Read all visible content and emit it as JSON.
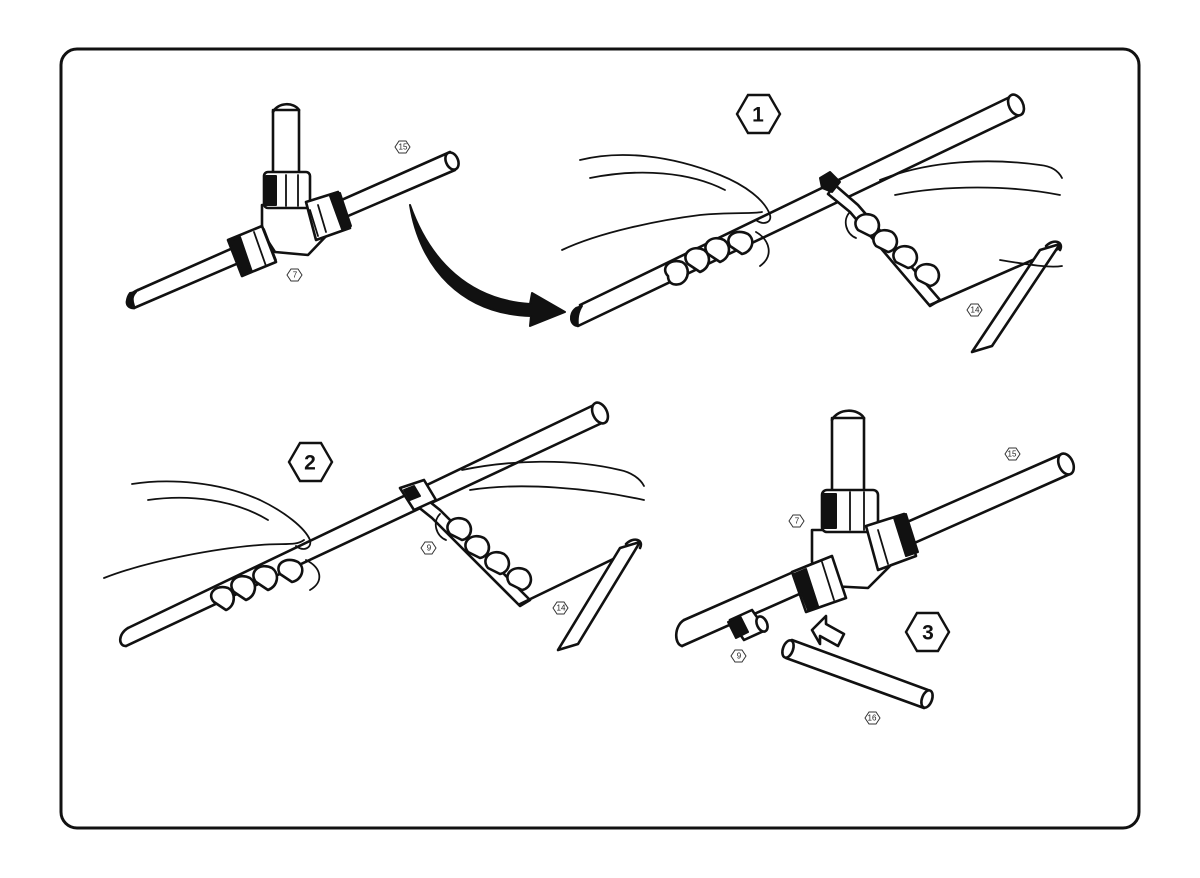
{
  "steps": {
    "step1": "1",
    "step2": "2",
    "step3": "3"
  },
  "parts": {
    "p7_a": "7",
    "p15_a": "15",
    "p14_a": "14",
    "p9_b": "9",
    "p14_b": "14",
    "p7_c": "7",
    "p15_c": "15",
    "p9_c": "9",
    "p16_c": "16"
  }
}
